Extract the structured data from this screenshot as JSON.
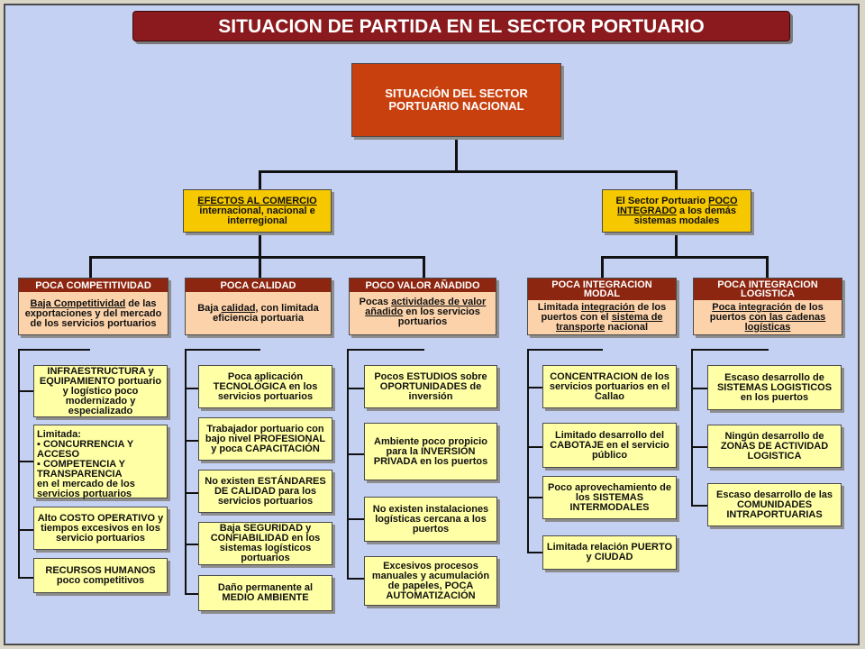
{
  "title": "SITUACION DE PARTIDA EN EL SECTOR PORTUARIO",
  "root": {
    "line1": "SITUACIÓN DEL SECTOR",
    "line2": "PORTUARIO NACIONAL"
  },
  "efectos": {
    "u": "EFECTOS AL COMERCIO",
    "rest": "internacional, nacional e interregional"
  },
  "integrado": {
    "p1": "El Sector Portuario ",
    "u1": "POCO INTEGRADO",
    "p2": " a los demás sistemas modales"
  },
  "competitividad": {
    "header": "POCA COMPETITIVIDAD",
    "u": "Baja Competitividad",
    "rest": " de las exportaciones y del mercado de los servicios portuarios",
    "items": [
      "INFRAESTRUCTURA y EQUIPAMIENTO portuario y logístico poco modernizado y especializado",
      "",
      "Alto COSTO OPERATIVO y tiempos excesivos en los servicio portuarios",
      "RECURSOS HUMANOS poco competitivos"
    ],
    "limitada": {
      "head": "Limitada:",
      "b1": "▪ CONCURRENCIA Y ACCESO",
      "b2": "▪ COMPETENCIA Y TRANSPARENCIA",
      "tail": "en el mercado de los servicios portuarios"
    }
  },
  "calidad": {
    "header": "POCA CALIDAD",
    "p1": "Baja ",
    "u": "calidad,",
    "rest": " con limitada eficiencia portuaria",
    "items": [
      "Poca aplicación TECNOLÓGICA en los servicios portuarios",
      "Trabajador portuario con bajo nivel PROFESIONAL y poca CAPACITACIÓN",
      "No existen ESTÁNDARES DE CALIDAD para los servicios portuarios",
      "Baja SEGURIDAD y CONFIABILIDAD en los sistemas logísticos portuarios",
      "Daño permanente al MEDIO AMBIENTE"
    ]
  },
  "valor": {
    "header": "POCO VALOR AÑADIDO",
    "p1": "Pocas ",
    "u": "actividades de valor añadido",
    "rest": " en los servicios portuarios",
    "items": [
      "Pocos ESTUDIOS sobre OPORTUNIDADES de inversión",
      "Ambiente poco propicio para la INVERSIÓN PRIVADA en los puertos",
      "No existen instalaciones logísticas cercana a los puertos",
      "Excesivos procesos manuales y acumulación de papeles, POCA AUTOMATIZACIÓN"
    ]
  },
  "modal": {
    "header": "POCA INTEGRACION MODAL",
    "p1": "Limitada ",
    "u1": "integración",
    "p2": " de los puertos con el ",
    "u2": "sistema de transporte",
    "p3": " nacional",
    "items": [
      "CONCENTRACION de los servicios portuarios en el Callao",
      "Limitado desarrollo del CABOTAJE en el servicio público",
      "Poco aprovechamiento de los SISTEMAS INTERMODALES",
      "Limitada relación PUERTO y CIUDAD"
    ]
  },
  "logistica": {
    "header": "POCA INTEGRACION LOGISTICA",
    "u1": "Poca integración",
    "p1": " de los puertos ",
    "u2": "con las cadenas logísticas",
    "items": [
      "Escaso desarrollo de SISTEMAS LOGISTICOS en los puertos",
      "Ningún desarrollo de ZONAS DE ACTIVIDAD LOGISTICA",
      "Escaso desarrollo de las COMUNIDADES INTRAPORTUARIAS"
    ]
  }
}
